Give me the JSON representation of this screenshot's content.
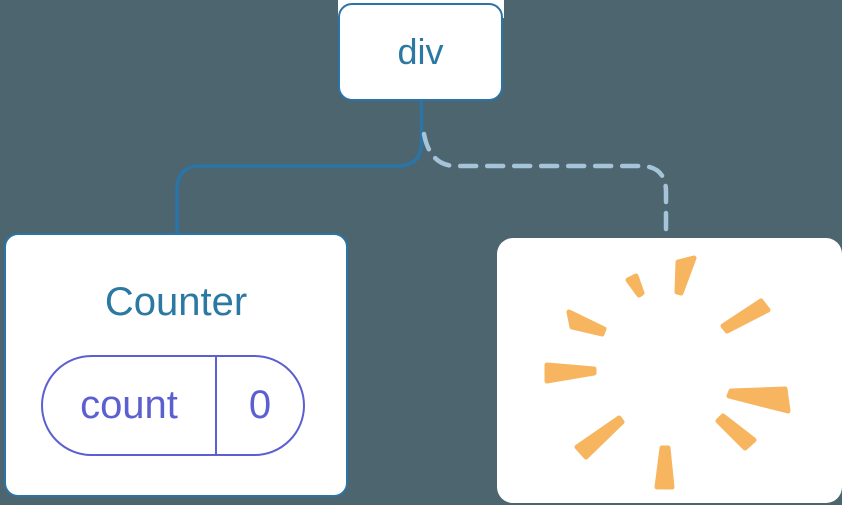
{
  "diagram": {
    "root": {
      "label": "div"
    },
    "children": [
      {
        "id": "counter",
        "title": "Counter",
        "state": {
          "key": "count",
          "value": "0"
        }
      },
      {
        "id": "removed",
        "icon": "poof-burst-icon"
      }
    ],
    "edges": [
      {
        "from": "div",
        "to": "counter",
        "style": "solid"
      },
      {
        "from": "div",
        "to": "removed",
        "style": "dashed"
      }
    ]
  },
  "colors": {
    "bg": "#4d656f",
    "card": "#ffffff",
    "line": "#2b74a6",
    "dash": "#a6c4d9",
    "text-blue": "#2b79a2",
    "purple": "#5b5fd0",
    "orange": "#f6b55e"
  }
}
